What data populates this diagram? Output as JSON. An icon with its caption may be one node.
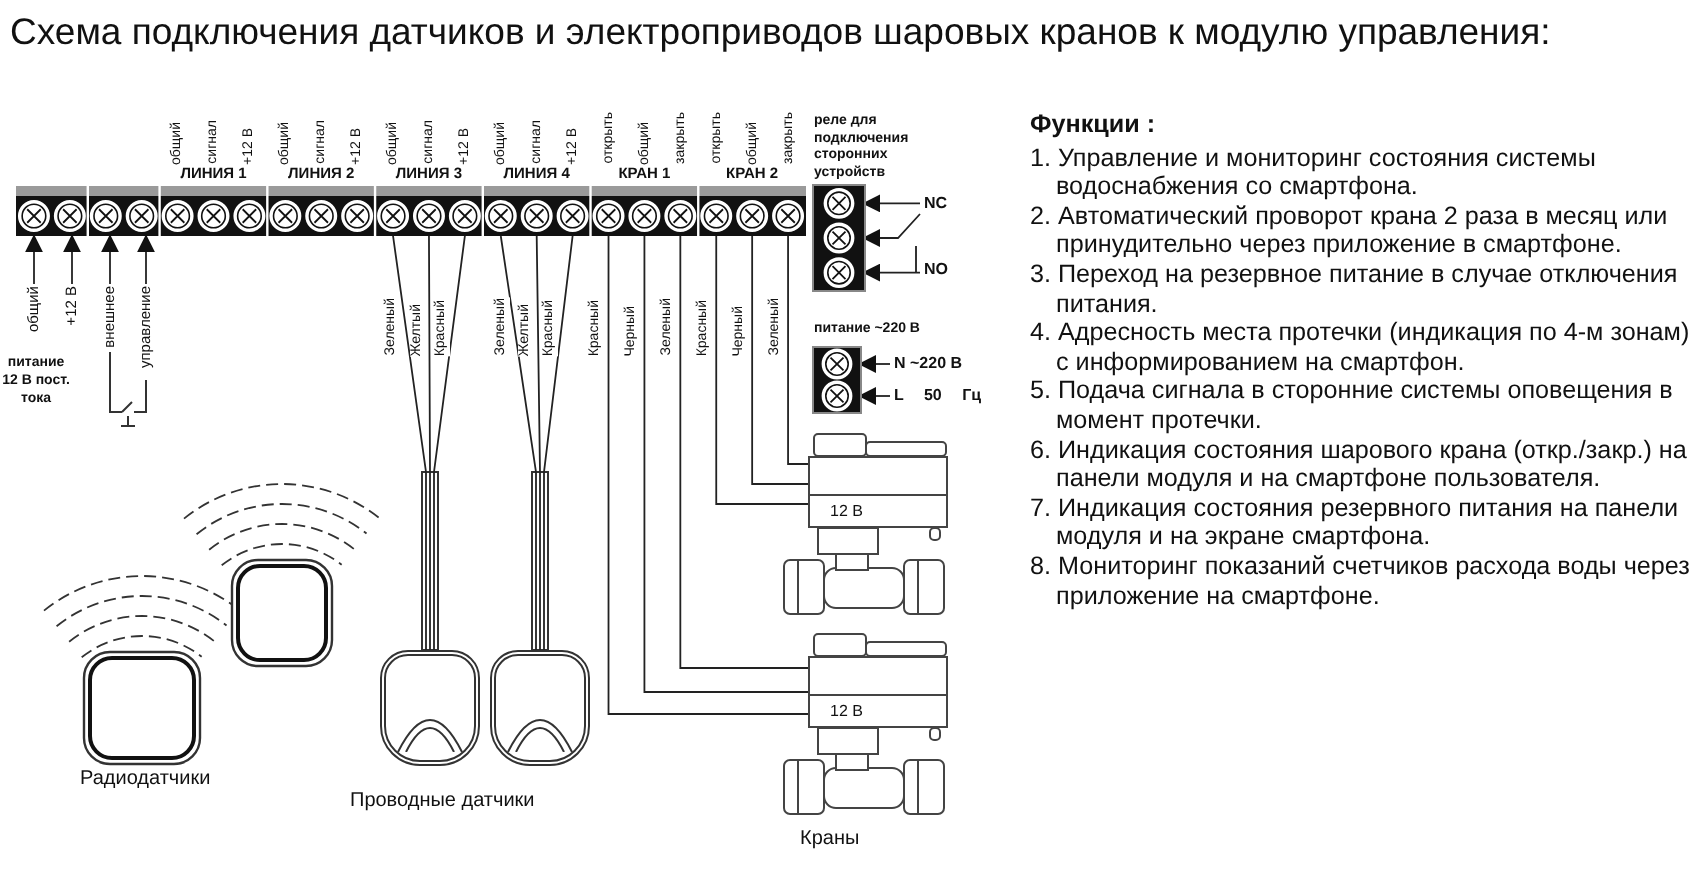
{
  "diagram": {
    "title": "Схема подключения датчиков и электроприводов шаровых кранов к модулю управления:",
    "nodes": [
      {
        "text": [],
        "shape": "bar"
      },
      {
        "text": [
          "реле для подключения сторонних устройств"
        ]
      },
      {
        "text": [
          "NC"
        ]
      },
      {
        "text": [
          "NO"
        ]
      },
      {
        "text": [
          "общий"
        ]
      },
      {
        "text": [
          "+12 В"
        ]
      },
      {
        "text": [
          "внешнее"
        ]
      },
      {
        "text": [
          "управление"
        ]
      },
      {
        "text": [
          "питание ~220 В"
        ]
      },
      {
        "text": [
          "N ~220 В"
        ]
      },
      {
        "text": [
          "L 50 Гц"
        ]
      },
      {
        "text": [
          "12 В"
        ]
      },
      {
        "text": [],
        "shape": "picture"
      },
      {
        "text": [],
        "shape": "picture"
      },
      {
        "text": [
          "12 В"
        ]
      }
    ],
    "edges": [
      {
        "from": 4,
        "to": 0,
        "arrow": "to"
      },
      {
        "from": 5,
        "to": 0,
        "arrow": "to"
      },
      {
        "from": 6,
        "to": 0,
        "arrow": "to"
      },
      {
        "from": 7,
        "to": 0,
        "arrow": "to"
      },
      {
        "from": 2,
        "to": 1,
        "arrow": "to"
      },
      {
        "from": 2,
        "to": 1,
        "arrow": "to"
      },
      {
        "from": 3,
        "to": 1,
        "arrow": "to"
      },
      {
        "from": 9,
        "to": 8,
        "arrow": "to"
      },
      {
        "from": 10,
        "to": 8,
        "arrow": "to"
      },
      {
        "from": 0,
        "to": 12,
        "arrow": "none",
        "label": "Зеленый"
      },
      {
        "from": 0,
        "to": 12,
        "arrow": "none",
        "label": "Желтый"
      },
      {
        "from": 0,
        "to": 12,
        "arrow": "none",
        "label": "Красный"
      },
      {
        "from": 0,
        "to": 13,
        "arrow": "none",
        "label": "Зеленый"
      },
      {
        "from": 0,
        "to": 13,
        "arrow": "none",
        "label": "Желтый"
      },
      {
        "from": 0,
        "to": 13,
        "arrow": "none",
        "label": "Красный"
      },
      {
        "from": 0,
        "to": 14,
        "arrow": "none",
        "label": "Красный"
      },
      {
        "from": 0,
        "to": 14,
        "arrow": "none",
        "label": "Черный"
      },
      {
        "from": 0,
        "to": 14,
        "arrow": "none",
        "label": "Зеленый"
      },
      {
        "from": 0,
        "to": 11,
        "arrow": "none",
        "label": "Красный"
      },
      {
        "from": 0,
        "to": 11,
        "arrow": "none",
        "label": "Черный"
      },
      {
        "from": 0,
        "to": 11,
        "arrow": "none",
        "label": "Зеленый"
      }
    ],
    "labels": [
      "общий",
      "сигнал",
      "+12 В",
      "общий",
      "сигнал",
      "+12 В",
      "общий",
      "сигнал",
      "+12 В",
      "общий",
      "сигнал",
      "+12 В",
      "открыть",
      "общий",
      "закрыть",
      "открыть",
      "общий",
      "закрыть",
      "ЛИНИЯ 1",
      "ЛИНИЯ 2",
      "ЛИНИЯ 3",
      "ЛИНИЯ 4",
      "КРАН 1",
      "КРАН 2",
      "питание 12 В пост. тока",
      "Функции :",
      "1. Управление и мониторинг состояния системы водоснабжения со смартфона.",
      "2. Автоматический проворот крана 2 раза в месяц или принудительно через приложение в смартфоне.",
      "3. Переход на резервное питание в случае отключения питания.",
      "4. Адресность места протечки (индикация по 4-м зонам) с информированием на смартфон.",
      "5. Подача сигнала в сторонние системы оповещения в момент протечки.",
      "6. Индикация состояния шарового крана (откр./закр.) на панели модуля и на смартфоне пользователя.",
      "7. Индикация состояния резервного питания на панели модуля и на экране смартфона.",
      "8. Мониторинг показаний счетчиков расхода воды через приложение на смартфоне.",
      "Радиодатчики",
      "Проводные датчики",
      "Краны"
    ]
  }
}
